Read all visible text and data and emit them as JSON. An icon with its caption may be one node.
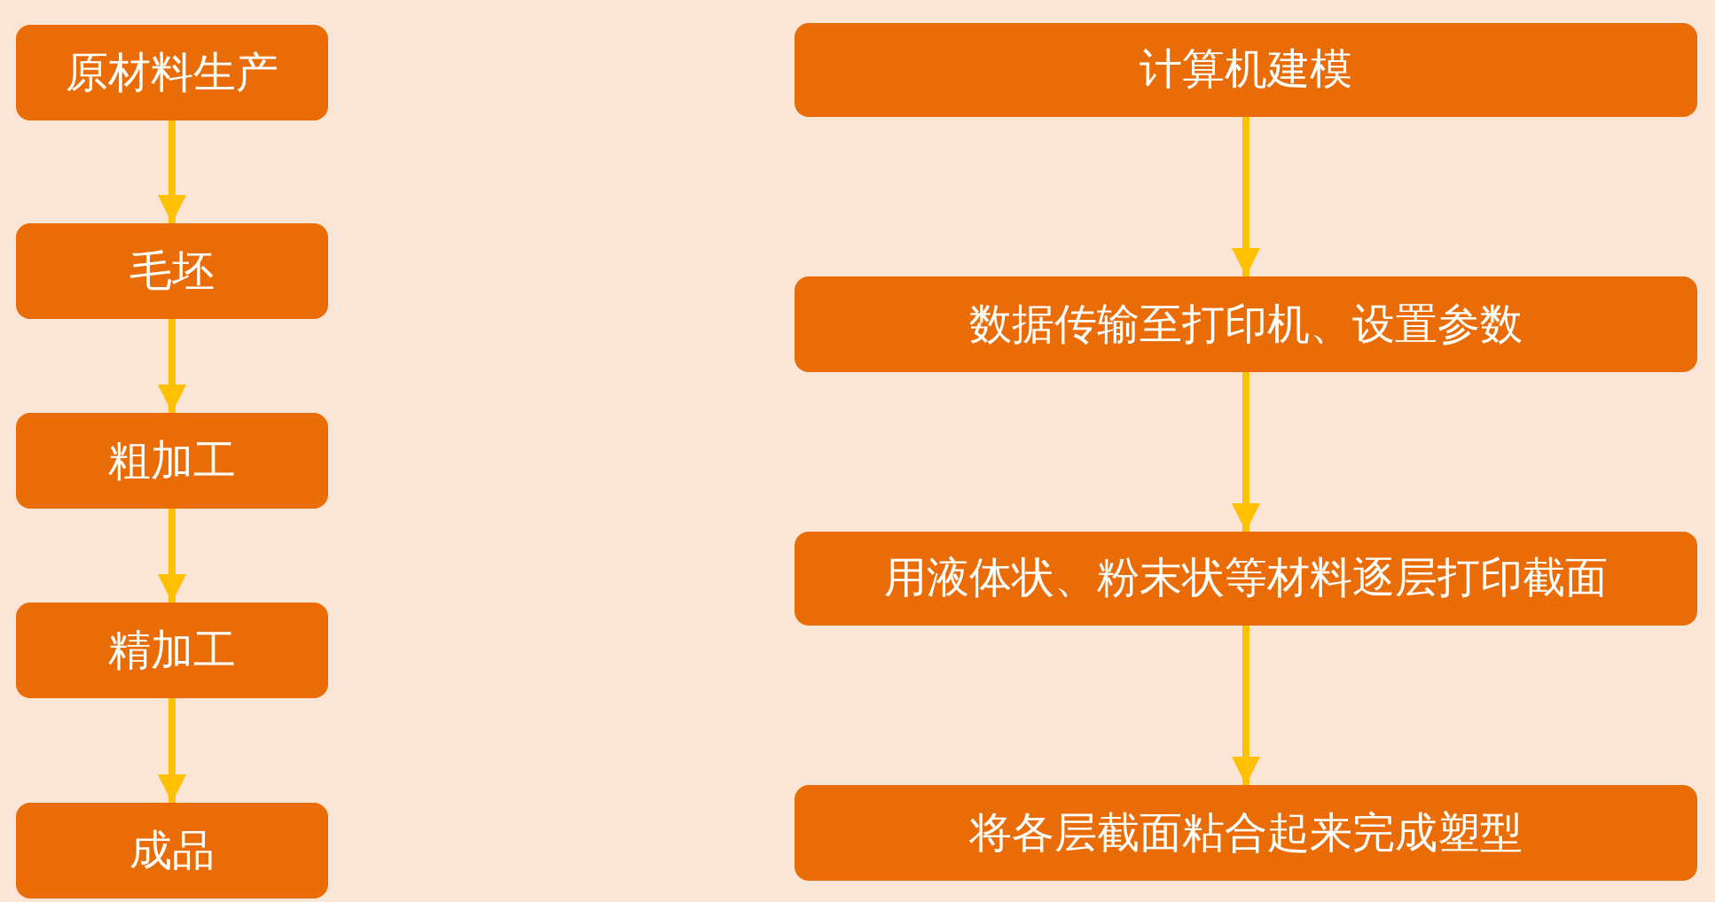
{
  "diagram": {
    "nodes": [
      {
        "text": [
          "原材料生产"
        ]
      },
      {
        "text": [
          "毛坯"
        ]
      },
      {
        "text": [
          "粗加工"
        ]
      },
      {
        "text": [
          "精加工"
        ]
      },
      {
        "text": [
          "成品"
        ]
      },
      {
        "text": [
          "计算机建模"
        ]
      },
      {
        "text": [
          "数据传输至打印机、设置参数"
        ]
      },
      {
        "text": [
          "用液体状、粉末状等材料逐层打印截面"
        ]
      },
      {
        "text": [
          "将各层截面粘合起来完成塑型"
        ]
      }
    ],
    "edges": [
      {
        "from": 0,
        "to": 1,
        "arrow": "to"
      },
      {
        "from": 1,
        "to": 2,
        "arrow": "to"
      },
      {
        "from": 2,
        "to": 3,
        "arrow": "to"
      },
      {
        "from": 3,
        "to": 4,
        "arrow": "to"
      },
      {
        "from": 5,
        "to": 6,
        "arrow": "to"
      },
      {
        "from": 6,
        "to": 7,
        "arrow": "to"
      },
      {
        "from": 7,
        "to": 8,
        "arrow": "to"
      }
    ]
  }
}
